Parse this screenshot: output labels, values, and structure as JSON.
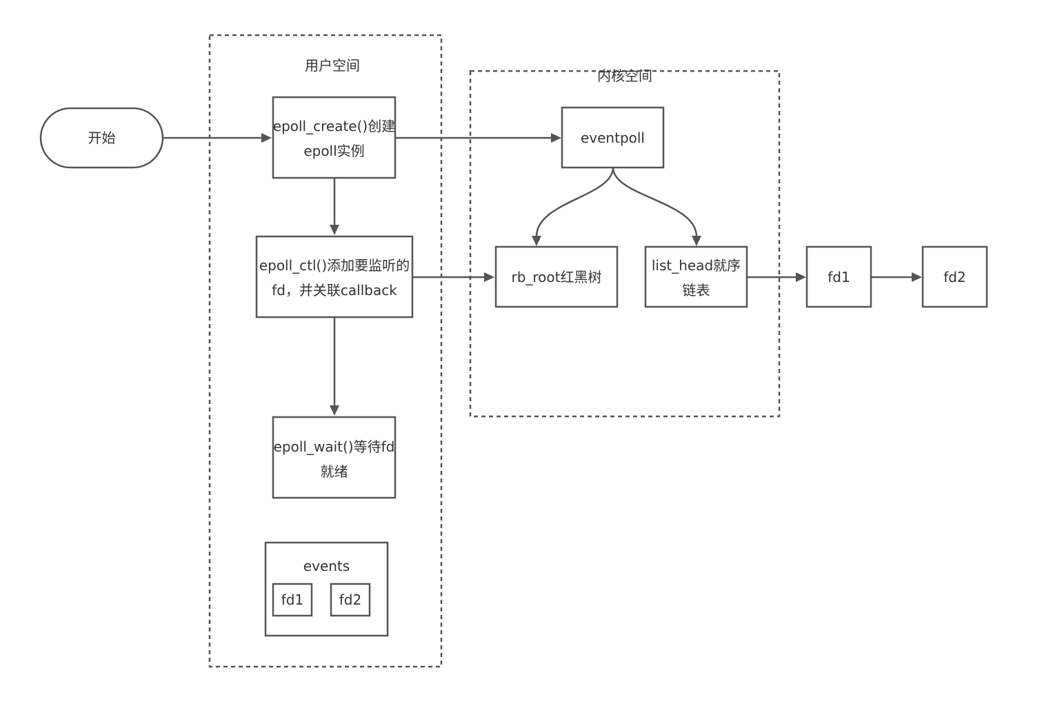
{
  "regions": {
    "user_space": "用户空间",
    "kernel_space": "内核空间"
  },
  "nodes": {
    "start": "开始",
    "epoll_create_line1": "epoll_create()创建",
    "epoll_create_line2": "epoll实例",
    "epoll_ctl_line1": "epoll_ctl()添加要监听的",
    "epoll_ctl_line2": "fd，并关联callback",
    "epoll_wait_line1": "epoll_wait()等待fd",
    "epoll_wait_line2": "就绪",
    "events": "events",
    "events_fd1": "fd1",
    "events_fd2": "fd2",
    "eventpoll": "eventpoll",
    "rb_root": "rb_root红黑树",
    "list_head_line1": "list_head就序",
    "list_head_line2": "链表",
    "fd1": "fd1",
    "fd2": "fd2"
  },
  "colors": {
    "stroke": "#555555",
    "text": "#333333",
    "background": "#ffffff"
  }
}
